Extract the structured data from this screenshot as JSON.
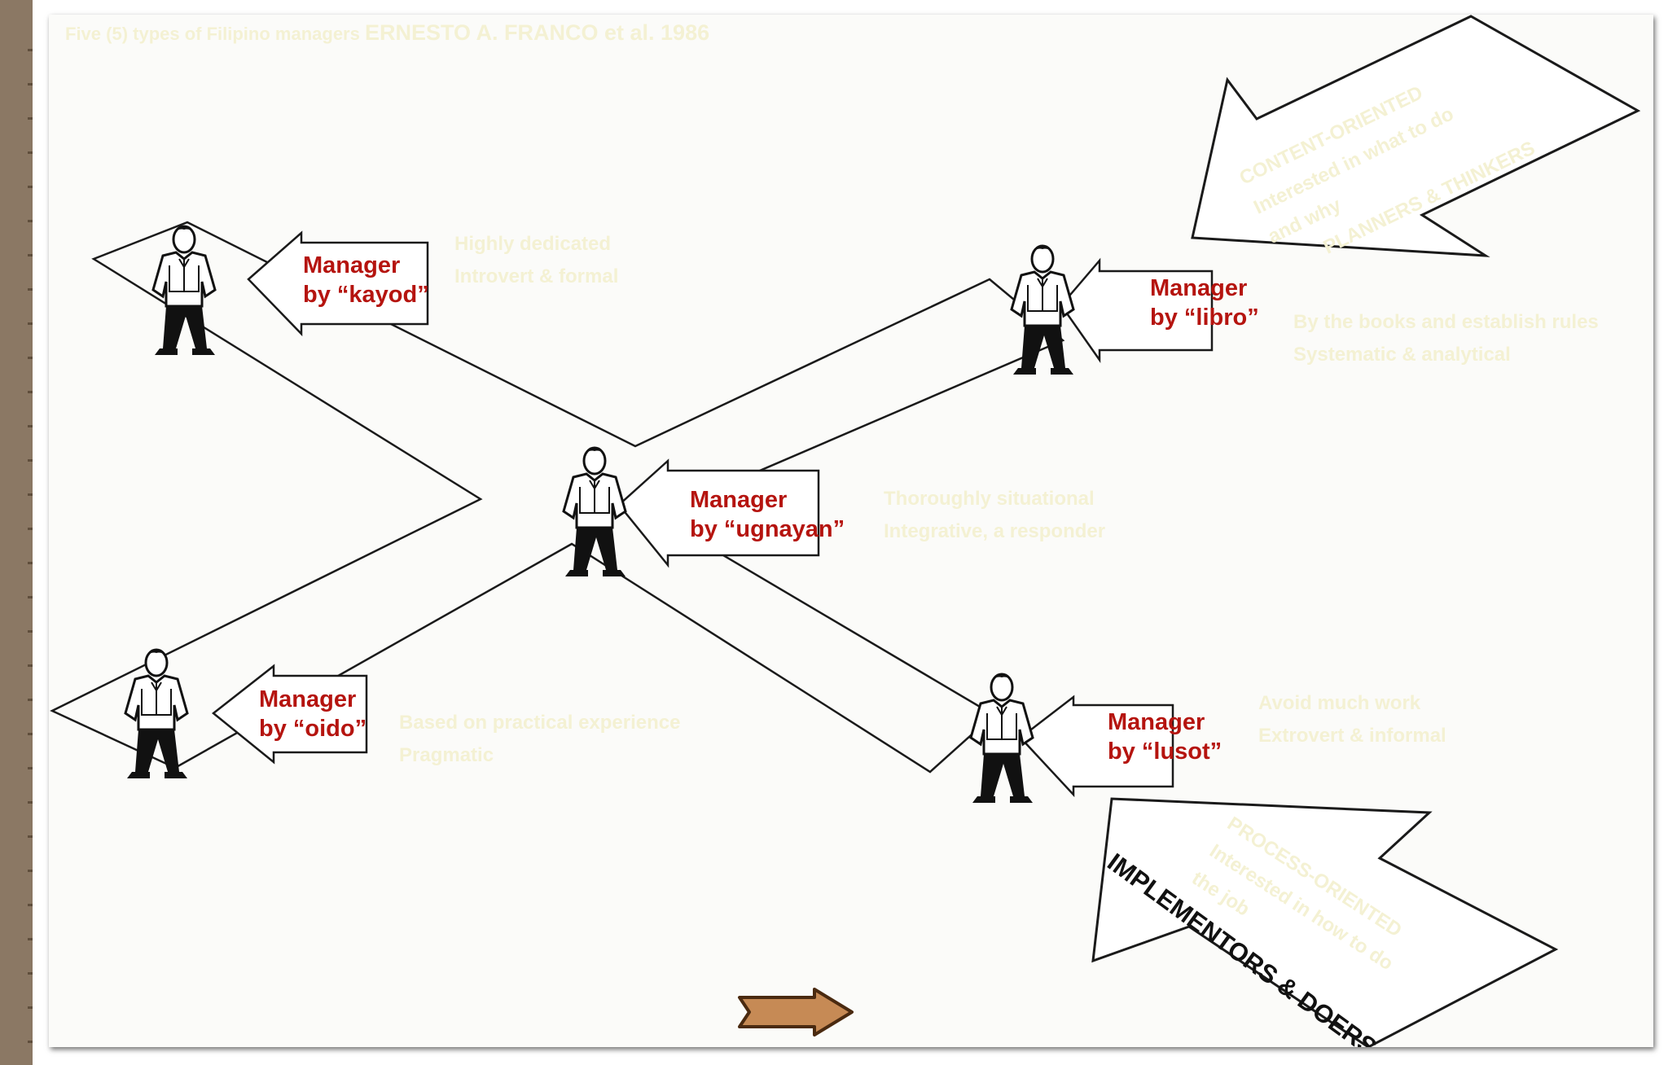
{
  "header": {
    "title_prefix": "Five (5) types of Filipino managers",
    "title_author": "ERNESTO A. FRANCO et al. 1986"
  },
  "managers": {
    "kayod": {
      "line1": "Manager",
      "line2": "by “kayod”",
      "desc1": "Highly dedicated",
      "desc2": "Introvert & formal"
    },
    "libro": {
      "line1": "Manager",
      "line2": "by “libro”",
      "desc1": "By the books and establish rules",
      "desc2": "Systematic & analytical"
    },
    "ugnayan": {
      "line1": "Manager",
      "line2": "by “ugnayan”",
      "desc1": "Thoroughly situational",
      "desc2": "Integrative, a responder"
    },
    "oido": {
      "line1": "Manager",
      "line2": "by “oido”",
      "desc1": "Based on practical experience",
      "desc2": "Pragmatic"
    },
    "lusot": {
      "line1": "Manager",
      "line2": "by “lusot”",
      "desc1": "Avoid much work",
      "desc2": "Extrovert & informal"
    }
  },
  "orientations": {
    "content": {
      "title": "CONTENT-ORIENTED",
      "line1": "Interested in what to do",
      "line2": "and why",
      "group": "PLANNERS & THINKERS"
    },
    "process": {
      "title": "PROCESS-ORIENTED",
      "line1": "Interested in how to do",
      "line2": "the job",
      "group": "IMPLEMENTORS & DOERS"
    }
  },
  "colors": {
    "manager_label": "#b5140f",
    "faint_text": "#f4f1d3",
    "strip": "#8b7864",
    "next_arrow_fill": "#c68a55",
    "next_arrow_outline": "#4a2a10"
  },
  "icons": {
    "next": "next-arrow-icon"
  }
}
